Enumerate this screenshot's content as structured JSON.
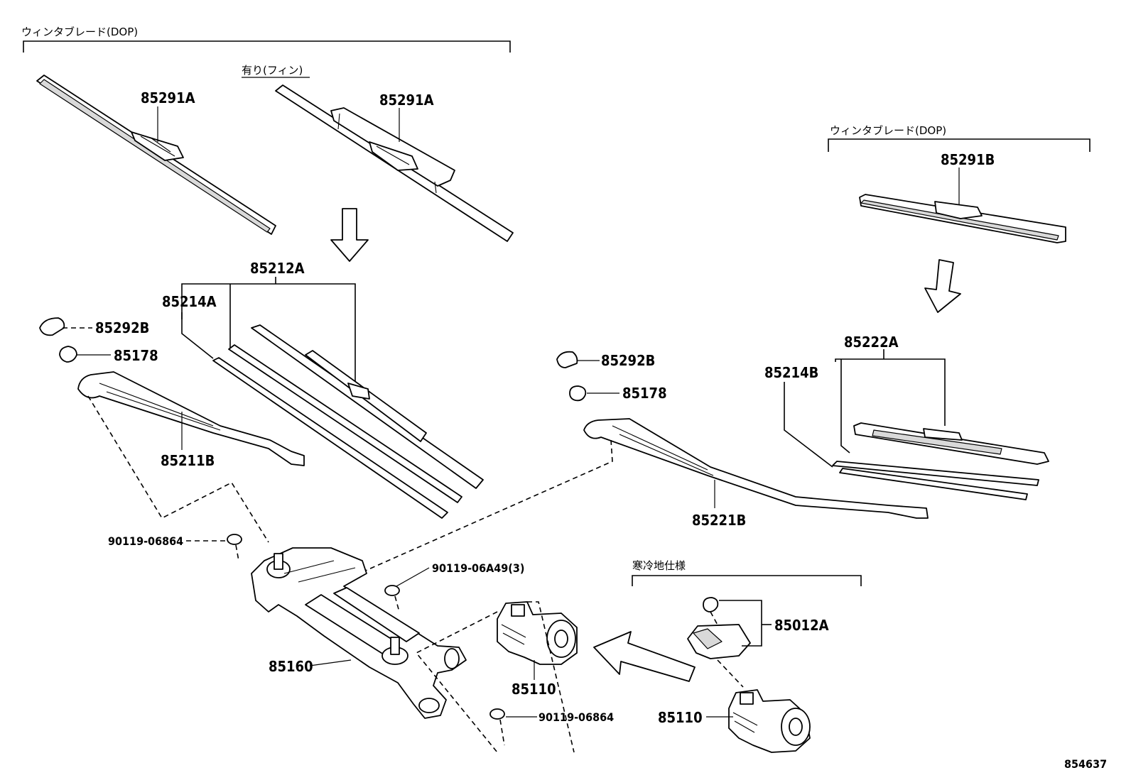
{
  "headers": {
    "winter_blade_dop_left": "ウィンタブレード(DOP)",
    "with_fin": "有り(フィン)",
    "winter_blade_dop_right": "ウィンタブレード(DOP)",
    "cold_climate_spec": "寒冷地仕様"
  },
  "parts": {
    "p85291A_1": "85291A",
    "p85291A_2": "85291A",
    "p85291B": "85291B",
    "p85212A": "85212A",
    "p85214A": "85214A",
    "p85292B_1": "85292B",
    "p85178_1": "85178",
    "p85211B": "85211B",
    "p85292B_2": "85292B",
    "p85178_2": "85178",
    "p85222A": "85222A",
    "p85214B": "85214B",
    "p85221B": "85221B",
    "p90119_06864_1": "90119-06864",
    "p90119_06A49": "90119-06A49(3)",
    "p85160": "85160",
    "p85110_1": "85110",
    "p85110_2": "85110",
    "p85012A": "85012A",
    "p90119_06864_2": "90119-06864"
  },
  "figure_number": "854637"
}
